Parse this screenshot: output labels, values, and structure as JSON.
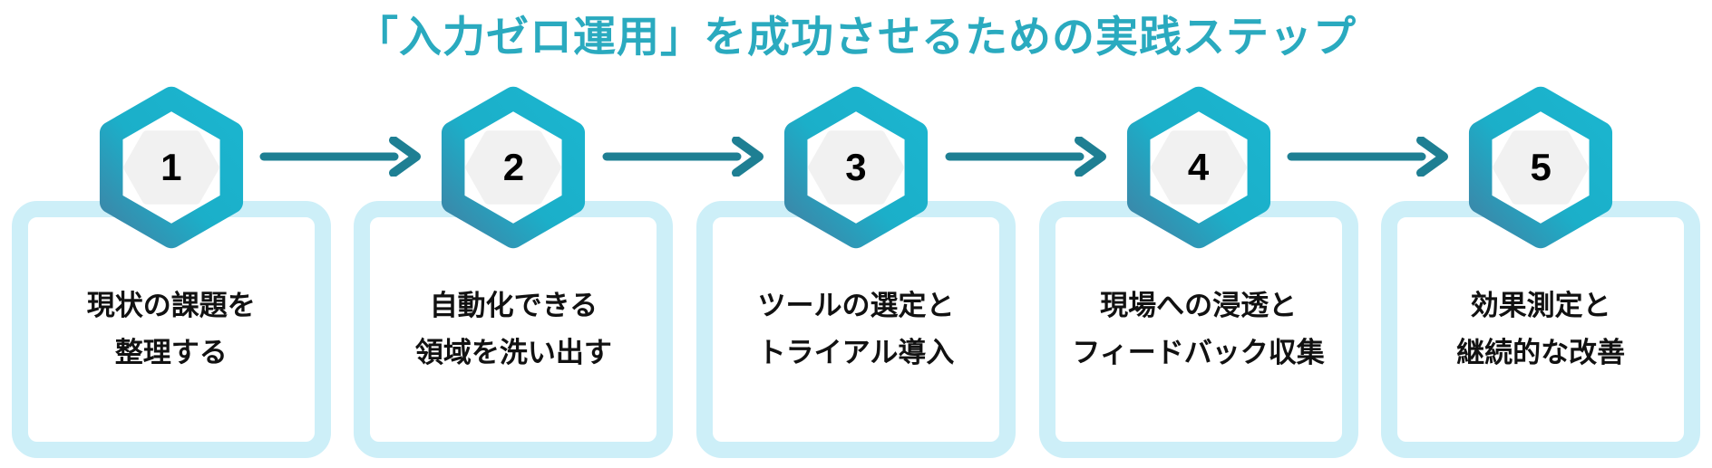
{
  "title": {
    "text": "「入力ゼロ運用」を成功させるための実践ステップ"
  },
  "steps": [
    {
      "number": "1",
      "lines": [
        "現状の課題を",
        "整理する"
      ]
    },
    {
      "number": "2",
      "lines": [
        "自動化できる",
        "領域を洗い出す"
      ]
    },
    {
      "number": "3",
      "lines": [
        "ツールの選定と",
        "トライアル導入"
      ]
    },
    {
      "number": "4",
      "lines": [
        "現場への浸透と",
        "フィードバック収集"
      ]
    },
    {
      "number": "5",
      "lines": [
        "効果測定と",
        "継続的な改善"
      ]
    }
  ],
  "icons": {
    "step_marker": "hexagon-icon",
    "connector": "arrow-right-icon"
  },
  "colors": {
    "title_teal": "#2AAABF",
    "hexagon_teal": "#1BB4CE",
    "hexagon_shade": "#3E84A6",
    "arrow_teal": "#1E7F93",
    "card_border": "#CDEFF8",
    "inner_hex_gray": "#F1F1F1",
    "text": "#111111"
  }
}
